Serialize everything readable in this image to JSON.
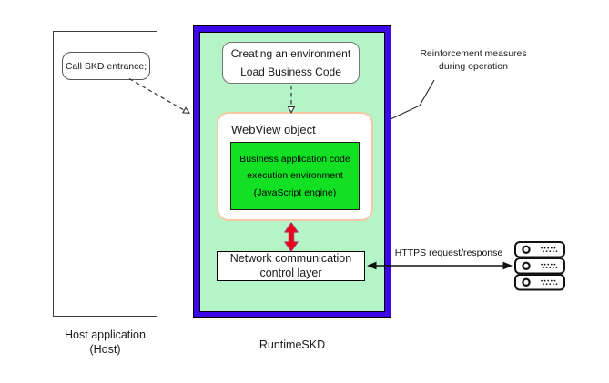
{
  "host": {
    "call_box_label": "Call SKD entrance;",
    "caption_line1": "Host application",
    "caption_line2": "(Host)"
  },
  "runtime": {
    "caption": "RuntimeSKD",
    "creating_box": {
      "line1": "Creating an environment",
      "line2": "Load Business Code"
    },
    "webview_box": {
      "title": "WebView object",
      "exec_box": {
        "line1": "Business application code",
        "line2": "execution environment",
        "line3": "(JavaScript engine)"
      }
    },
    "network_box": {
      "line1": "Network communication",
      "line2": "control layer"
    }
  },
  "annotations": {
    "reinforcement": {
      "line1": "Reinforcement measures",
      "line2": "during operation"
    },
    "https_label": "HTTPS request/response"
  },
  "icons": {
    "server": "server-stack-icon",
    "sdk_call_arrow": "dashed-arrow-icon",
    "load_code_arrow": "dashed-arrow-icon",
    "webview_network_link": "red-double-arrow-icon",
    "https_link": "black-double-arrow-icon"
  },
  "colors": {
    "runtime_border": "#3d08e8",
    "runtime_fill": "#b5f4c7",
    "exec_fill": "#12e022",
    "webview_border": "#f6c9a6",
    "red_arrow": "#ee0016",
    "red_arrow_stroke": "#b03060"
  }
}
